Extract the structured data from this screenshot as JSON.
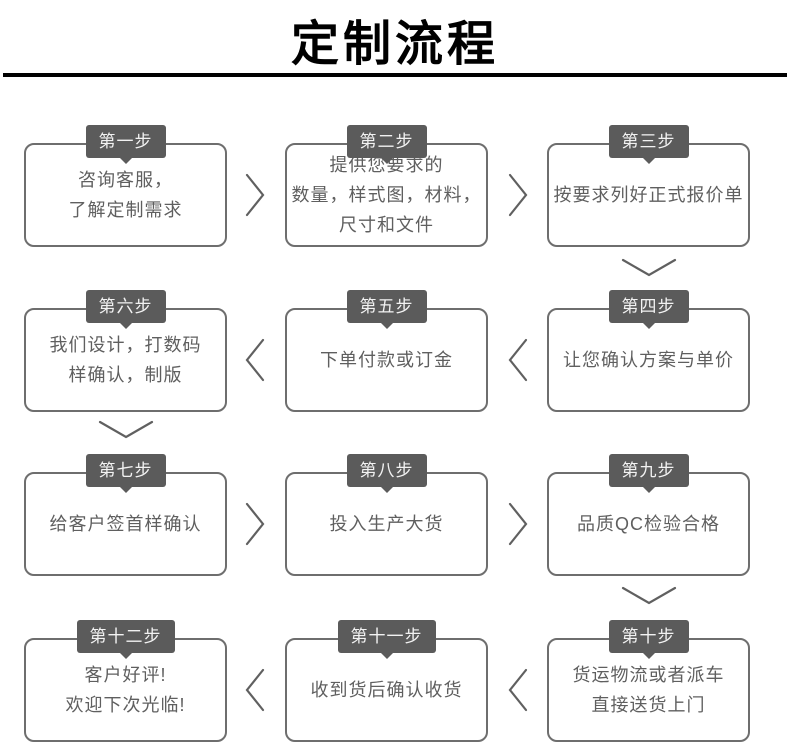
{
  "title": "定制流程",
  "colors": {
    "badge_bg": "#5b5b5b",
    "badge_text": "#f2f2f2",
    "box_border": "#6e6e6e",
    "box_text": "#5f5f5f",
    "arrow": "#606060",
    "title_text": "#000000",
    "divider": "#000000"
  },
  "steps": [
    {
      "badge": "第一步",
      "lines": [
        "咨询客服，",
        "了解定制需求"
      ]
    },
    {
      "badge": "第二步",
      "lines": [
        "提供您要求的",
        "数量，样式图，材料，",
        "尺寸和文件"
      ]
    },
    {
      "badge": "第三步",
      "lines": [
        "按要求列好正式报价单"
      ]
    },
    {
      "badge": "第四步",
      "lines": [
        "让您确认方案与单价"
      ]
    },
    {
      "badge": "第五步",
      "lines": [
        "下单付款或订金"
      ]
    },
    {
      "badge": "第六步",
      "lines": [
        "我们设计，打数码",
        "样确认，制版"
      ]
    },
    {
      "badge": "第七步",
      "lines": [
        "给客户签首样确认"
      ]
    },
    {
      "badge": "第八步",
      "lines": [
        "投入生产大货"
      ]
    },
    {
      "badge": "第九步",
      "lines": [
        "品质QC检验合格"
      ]
    },
    {
      "badge": "第十步",
      "lines": [
        "货运物流或者派车",
        "直接送货上门"
      ]
    },
    {
      "badge": "第十一步",
      "lines": [
        "收到货后确认收货"
      ]
    },
    {
      "badge": "第十二步",
      "lines": [
        "客户好评!",
        "欢迎下次光临!"
      ]
    }
  ]
}
